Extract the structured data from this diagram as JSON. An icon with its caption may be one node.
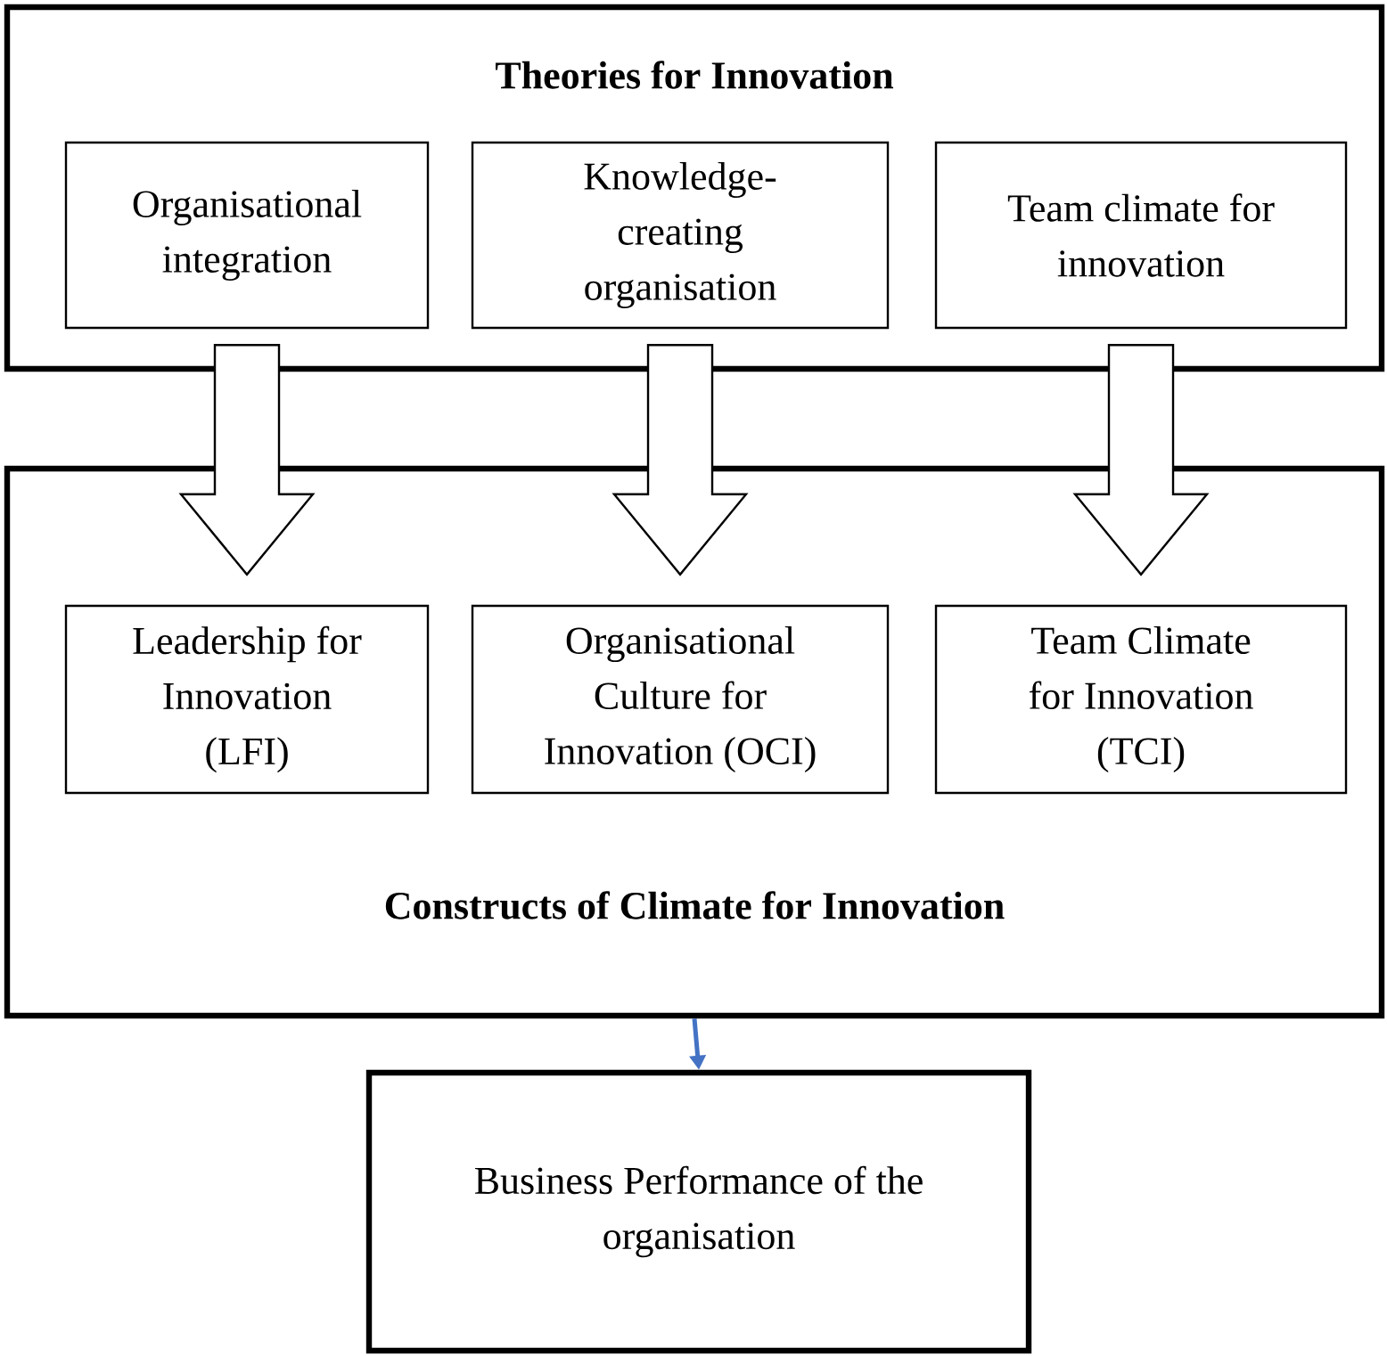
{
  "diagram": {
    "nodes": [
      {
        "text": [
          "Theories for Innovation"
        ]
      },
      {
        "text": [
          "Organisational integration"
        ],
        "in": 0
      },
      {
        "text": [
          "Knowledge-creating organisation"
        ],
        "in": 0
      },
      {
        "text": [
          "Team climate for innovation"
        ],
        "in": 0
      },
      {
        "text": [
          "Constructs of Climate for Innovation"
        ]
      },
      {
        "text": [
          "Leadership for Innovation (LFI)"
        ],
        "in": 4
      },
      {
        "text": [
          "Organisational Culture for Innovation (OCI)"
        ],
        "in": 4
      },
      {
        "text": [
          "Team Climate for Innovation (TCI)"
        ],
        "in": 4
      },
      {
        "text": [
          "Business Performance of the organisation"
        ]
      }
    ],
    "edges": [
      {
        "from": 1,
        "to": 5,
        "arrow": "to"
      },
      {
        "from": 2,
        "to": 6,
        "arrow": "to"
      },
      {
        "from": 3,
        "to": 7,
        "arrow": "to"
      },
      {
        "from": 4,
        "to": 8,
        "arrow": "to",
        "color": "#4472c4"
      }
    ]
  }
}
